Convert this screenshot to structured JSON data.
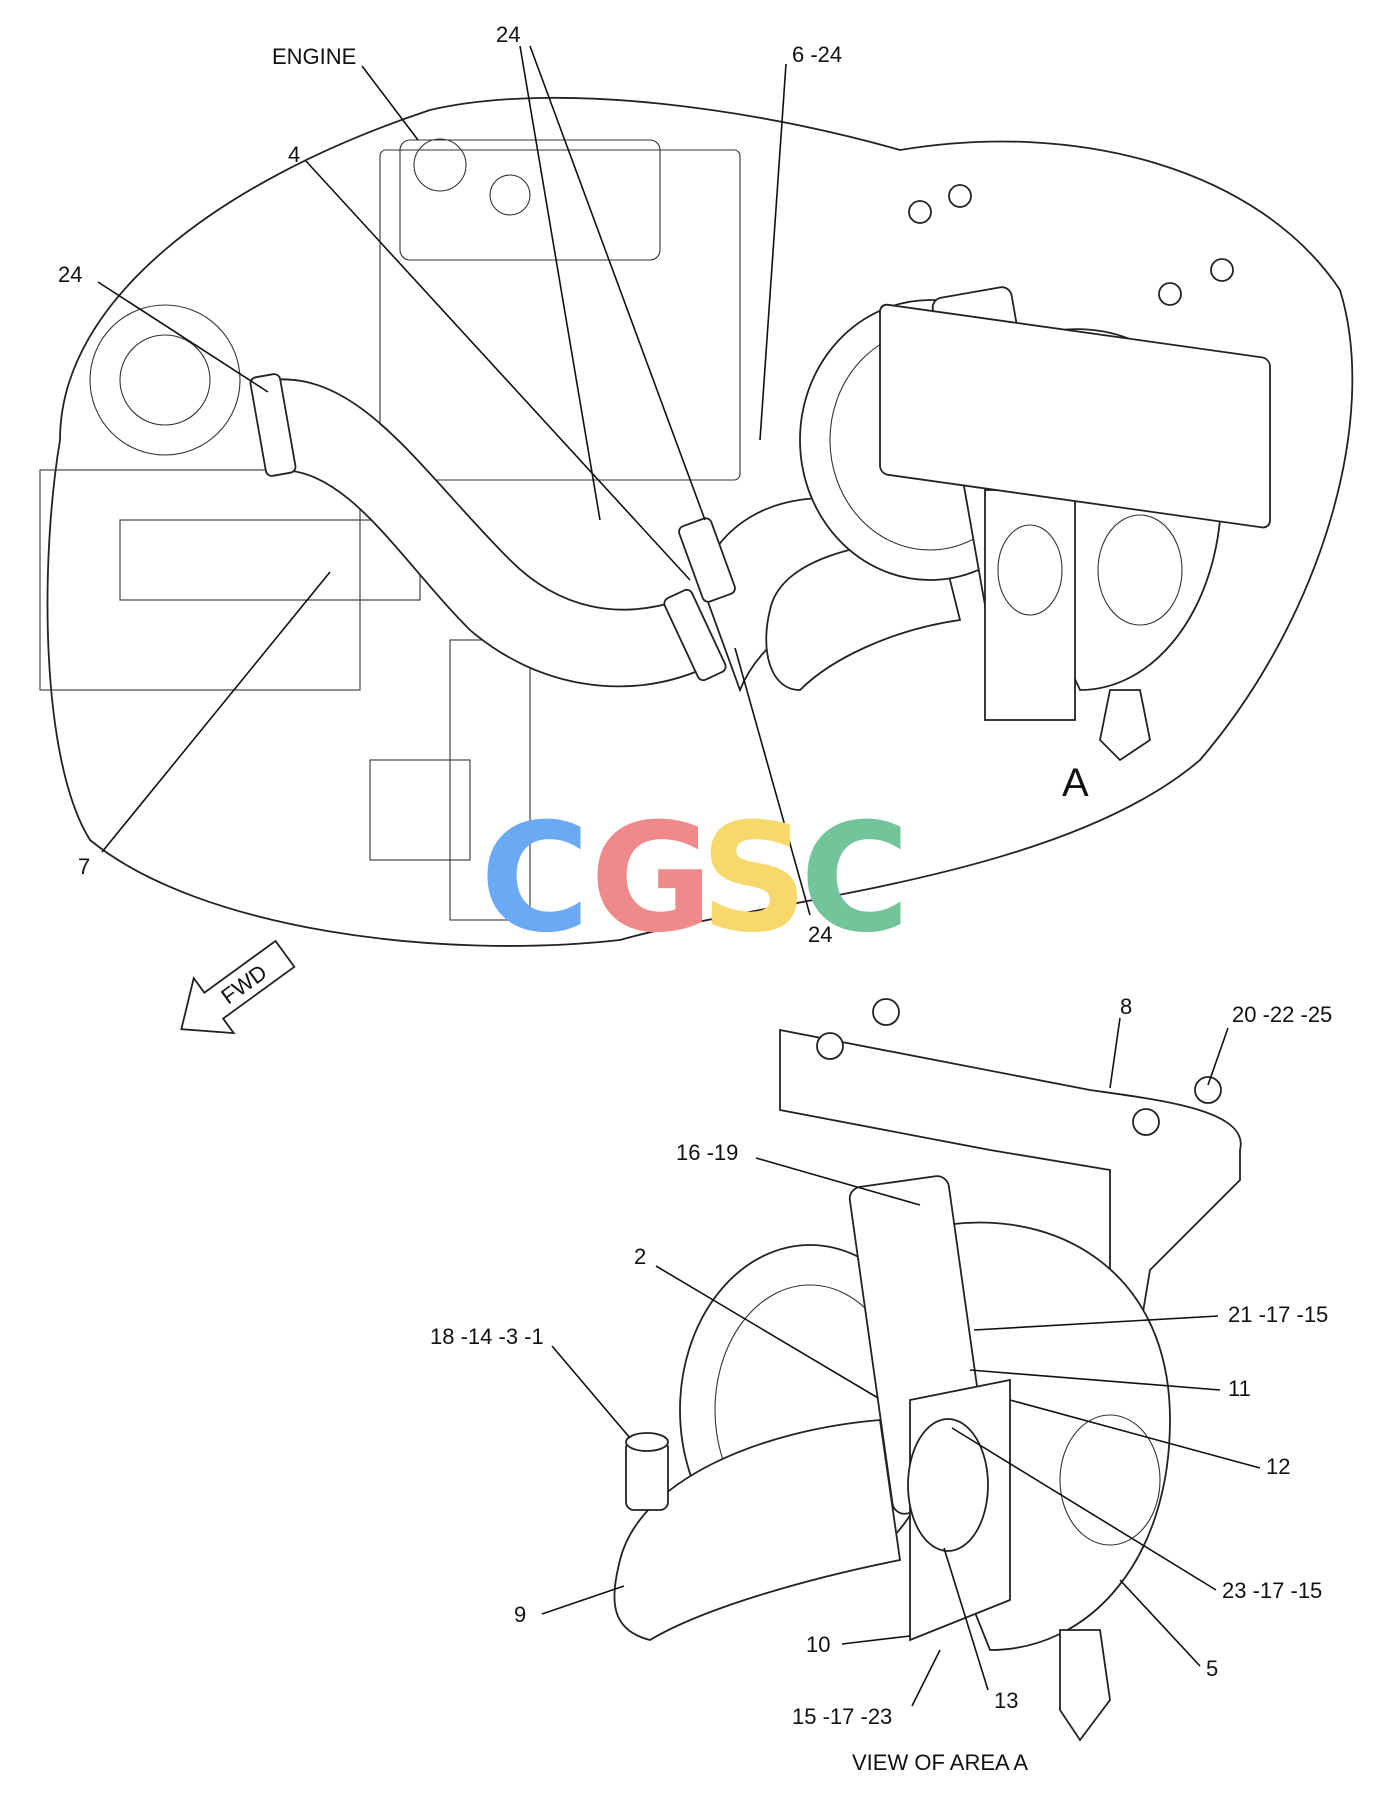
{
  "callouts_main": {
    "engine": "ENGINE",
    "c24_top": "24",
    "c6_24": "6 -24",
    "c4": "4",
    "c24_left": "24",
    "c7": "7",
    "c24_bottom": "24",
    "area_a": "A"
  },
  "callouts_view": {
    "c8": "8",
    "c20_22_25": "20 -22 -25",
    "c16_19": "16 -19",
    "c2": "2",
    "c18_14_3_1": "18 -14 -3 -1",
    "c21_17_15": "21 -17 -15",
    "c11": "11",
    "c12": "12",
    "c23_17_15": "23 -17 -15",
    "c9": "9",
    "c10": "10",
    "c5": "5",
    "c13": "13",
    "c15_17_23": "15 -17 -23",
    "view_title": "VIEW OF AREA  A"
  },
  "fwd_arrow": "FWD",
  "watermark": {
    "letters": [
      "C",
      "G",
      "S",
      "C"
    ],
    "colors": [
      "#6aa9f4",
      "#f08a8a",
      "#f7d96b",
      "#72c49a"
    ]
  }
}
